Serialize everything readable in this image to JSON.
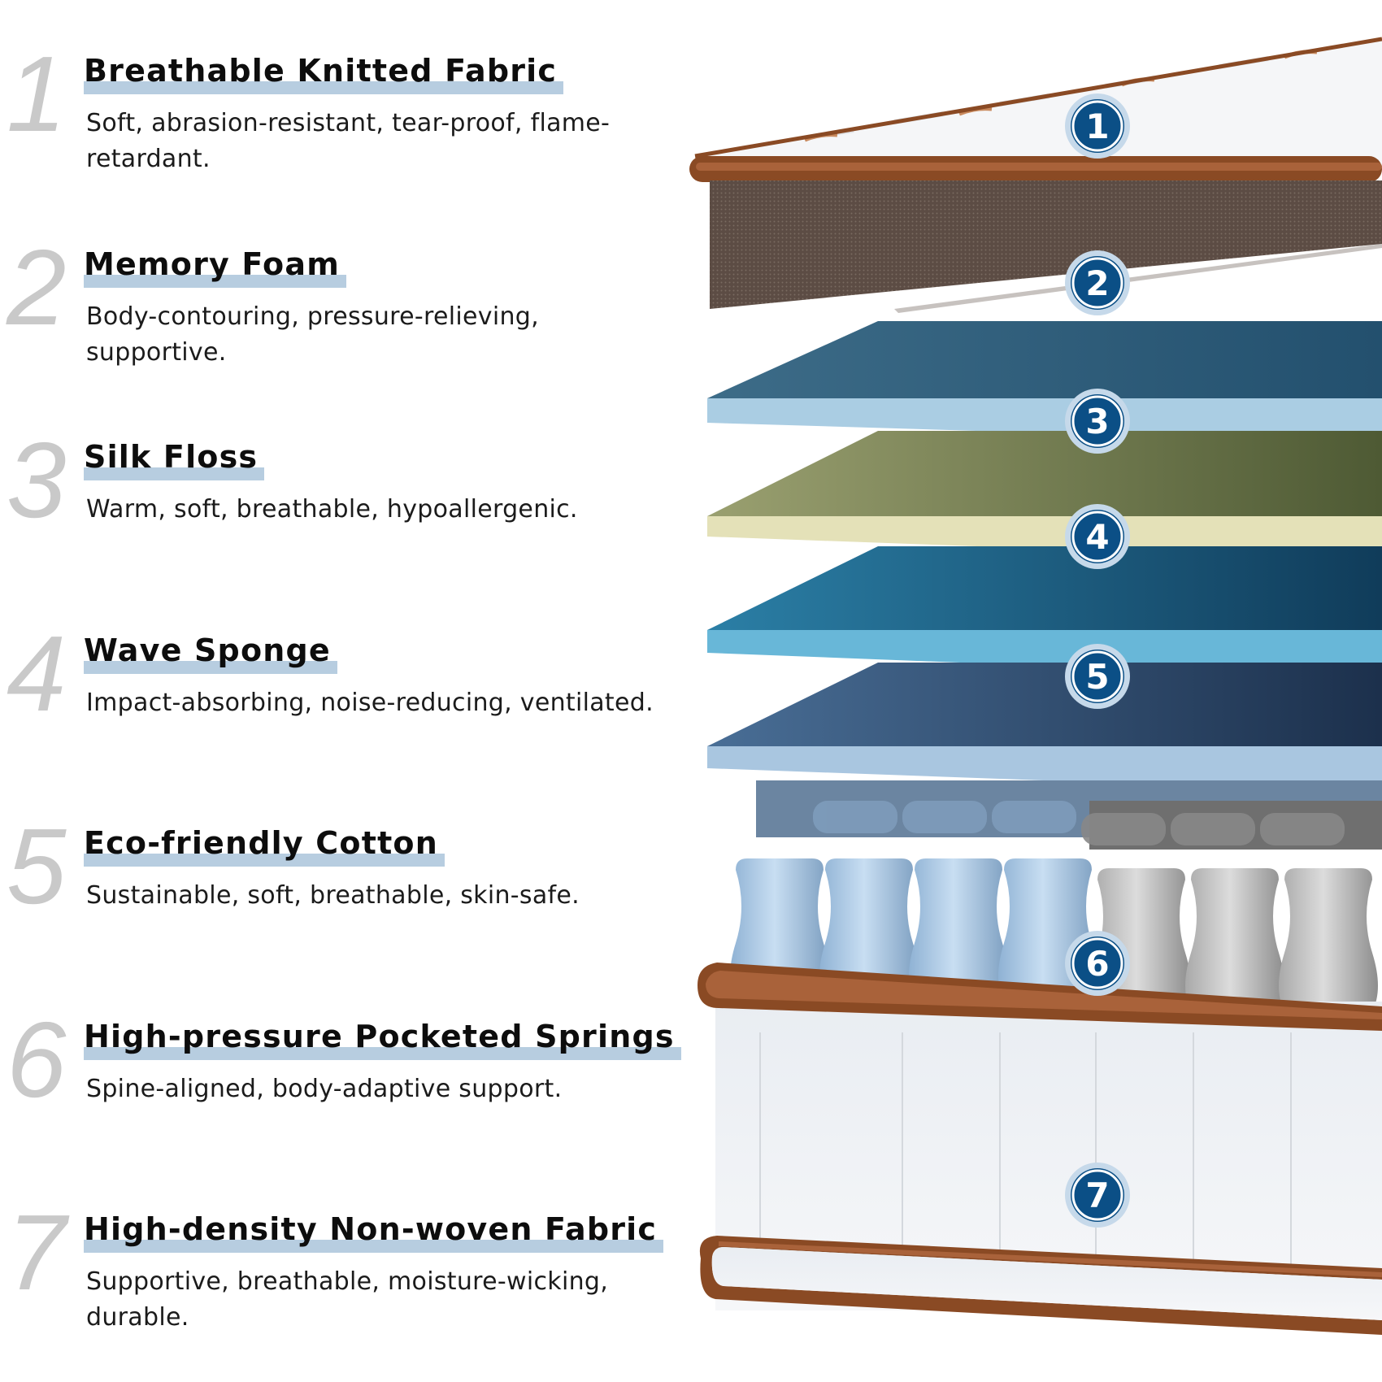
{
  "features": [
    {
      "number": "1",
      "title": "Breathable Knitted Fabric",
      "description": "Soft, abrasion-resistant, tear-proof, flame-retardant."
    },
    {
      "number": "2",
      "title": "Memory Foam",
      "description": "Body-contouring, pressure-relieving, supportive."
    },
    {
      "number": "3",
      "title": "Silk Floss",
      "description": "Warm, soft, breathable, hypoallergenic."
    },
    {
      "number": "4",
      "title": "Wave Sponge",
      "description": "Impact-absorbing, noise-reducing, ventilated."
    },
    {
      "number": "5",
      "title": "Eco-friendly Cotton",
      "description": "Sustainable, soft, breathable, skin-safe."
    },
    {
      "number": "6",
      "title": "High-pressure Pocketed Springs",
      "description": "Spine-aligned, body-adaptive support."
    },
    {
      "number": "7",
      "title": "High-density Non-woven Fabric",
      "description": "Supportive, breathable, moisture-wicking, durable."
    }
  ],
  "badges": [
    "1",
    "2",
    "3",
    "4",
    "5",
    "6",
    "7"
  ],
  "colors": {
    "accent_bar": "#b7cde0",
    "number_gray": "#c9c9c9",
    "badge_fill": "#0b4f86",
    "piping_brown": "#8a4a24",
    "layer_memory_foam": "#5a4a42",
    "layer_silk_floss": "#aacde3",
    "layer_wave_sponge": "#e4e1b8",
    "layer_cotton": "#68b7d8",
    "layer_base_foam": "#a9c6e0",
    "spring_blue": "#b9d4ec",
    "spring_gray": "#c8c8c8",
    "base_fabric": "#f1f3f6"
  }
}
